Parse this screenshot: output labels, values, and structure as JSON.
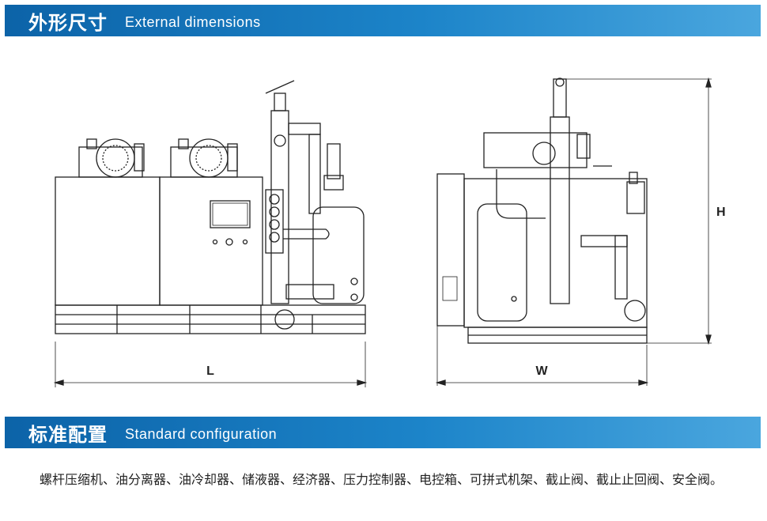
{
  "sections": {
    "dimensions": {
      "title_zh": "外形尺寸",
      "title_en": "External dimensions"
    },
    "configuration": {
      "title_zh": "标准配置",
      "title_en": "Standard configuration"
    }
  },
  "drawing": {
    "labels": {
      "length": "L",
      "width": "W",
      "height": "H"
    }
  },
  "configuration_text": "螺杆压缩机、油分离器、油冷却器、储液器、经济器、压力控制器、电控箱、可拼式机架、截止阀、截止止回阀、安全阀。",
  "colors": {
    "header_bar": "#1c84c9",
    "line": "#222222"
  }
}
